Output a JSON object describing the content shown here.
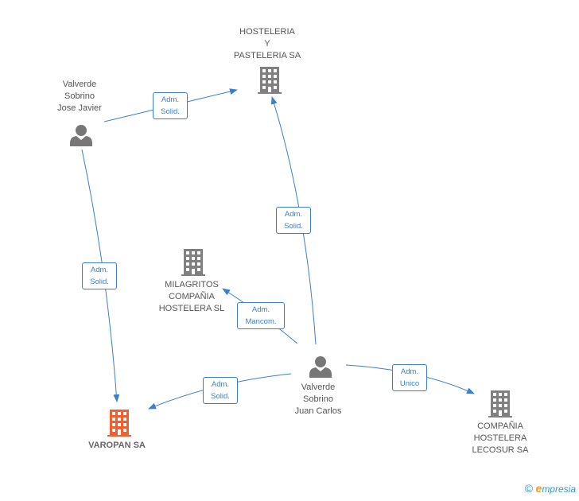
{
  "colors": {
    "edge": "#3b7fd0",
    "company": "#808080",
    "focus_company": "#f06030",
    "person": "#777777"
  },
  "nodes": {
    "person_jose": {
      "type": "person",
      "lines": [
        "Valverde",
        "Sobrino",
        "Jose Javier"
      ]
    },
    "person_juan": {
      "type": "person",
      "lines": [
        "Valverde",
        "Sobrino",
        "Juan Carlos"
      ]
    },
    "company_hosteleria": {
      "type": "company",
      "lines": [
        "HOSTELERIA",
        "Y",
        "PASTELERIA SA"
      ]
    },
    "company_milagritos": {
      "type": "company",
      "lines": [
        "MILAGRITOS",
        "COMPAÑIA",
        "HOSTELERA  SL"
      ]
    },
    "company_varopan": {
      "type": "focus-company",
      "lines": [
        "VAROPAN SA"
      ]
    },
    "company_lecosur": {
      "type": "company",
      "lines": [
        "COMPAÑIA",
        "HOSTELERA",
        "LECOSUR SA"
      ]
    }
  },
  "edges": {
    "jose_hosteleria": {
      "lines": [
        "Adm.",
        "Solid."
      ]
    },
    "jose_varopan": {
      "lines": [
        "Adm.",
        "Solid."
      ]
    },
    "juan_hosteleria": {
      "lines": [
        "Adm.",
        "Solid."
      ]
    },
    "juan_milagritos": {
      "lines": [
        "Adm.",
        "Mancom."
      ]
    },
    "juan_varopan": {
      "lines": [
        "Adm.",
        "Solid."
      ]
    },
    "juan_lecosur": {
      "lines": [
        "Adm.",
        "Unico"
      ]
    }
  },
  "footer": {
    "copyright": "©",
    "brand_initial": "e",
    "brand_rest": "mpresia"
  }
}
